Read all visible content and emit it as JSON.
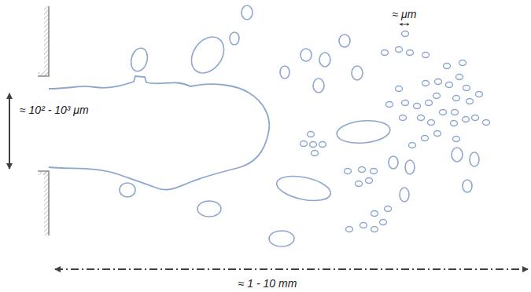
{
  "diagram": {
    "labels": [
      "≈ 10² - 10³ μm",
      "≈ μm",
      "≈ 1 - 10 mm"
    ]
  }
}
